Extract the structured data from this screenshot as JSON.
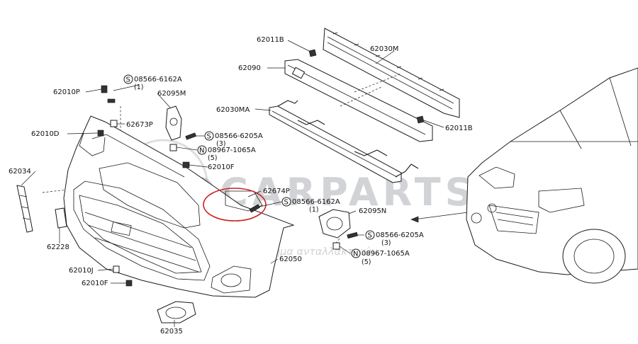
{
  "watermark": {
    "brand": "EUROCARPARTS.GR",
    "tagline": "το μεγαλύτερο ηλεκτρονικό κατάστημα ανταλλακτικών",
    "color": "#9aa0a6"
  },
  "highlight_color": "#cc1f1f",
  "labels": {
    "p62011B_top": "62011B",
    "p62030M": "62030M",
    "p62090": "62090",
    "p08566_6162A_top": "08566-6162A",
    "p08566_6162A_top_qty": "(1)",
    "p62010P": "62010P",
    "p62095M": "62095M",
    "p62030MA": "62030MA",
    "p62673P": "62673P",
    "p62011B_right": "62011B",
    "p62010D": "62010D",
    "p08566_6205A_left": "08566-6205A",
    "p08566_6205A_left_qty": "(3)",
    "p08967_1065A_left": "08967-1065A",
    "p08967_1065A_left_qty": "(5)",
    "p62034": "62034",
    "p62010F_top": "62010F",
    "p62674P": "62674P",
    "p08566_6162A_mid": "08566-6162A",
    "p08566_6162A_mid_qty": "(1)",
    "p62095N": "62095N",
    "p62228": "62228",
    "p08566_6205A_right": "08566-6205A",
    "p08566_6205A_right_qty": "(3)",
    "p08967_1065A_right": "08967-1065A",
    "p08967_1065A_right_qty": "(5)",
    "p62050": "62050",
    "p62010J": "62010J",
    "p62010F_bottom": "62010F",
    "p62035": "62035"
  },
  "symbols": {
    "screw": "S",
    "nut": "N"
  }
}
